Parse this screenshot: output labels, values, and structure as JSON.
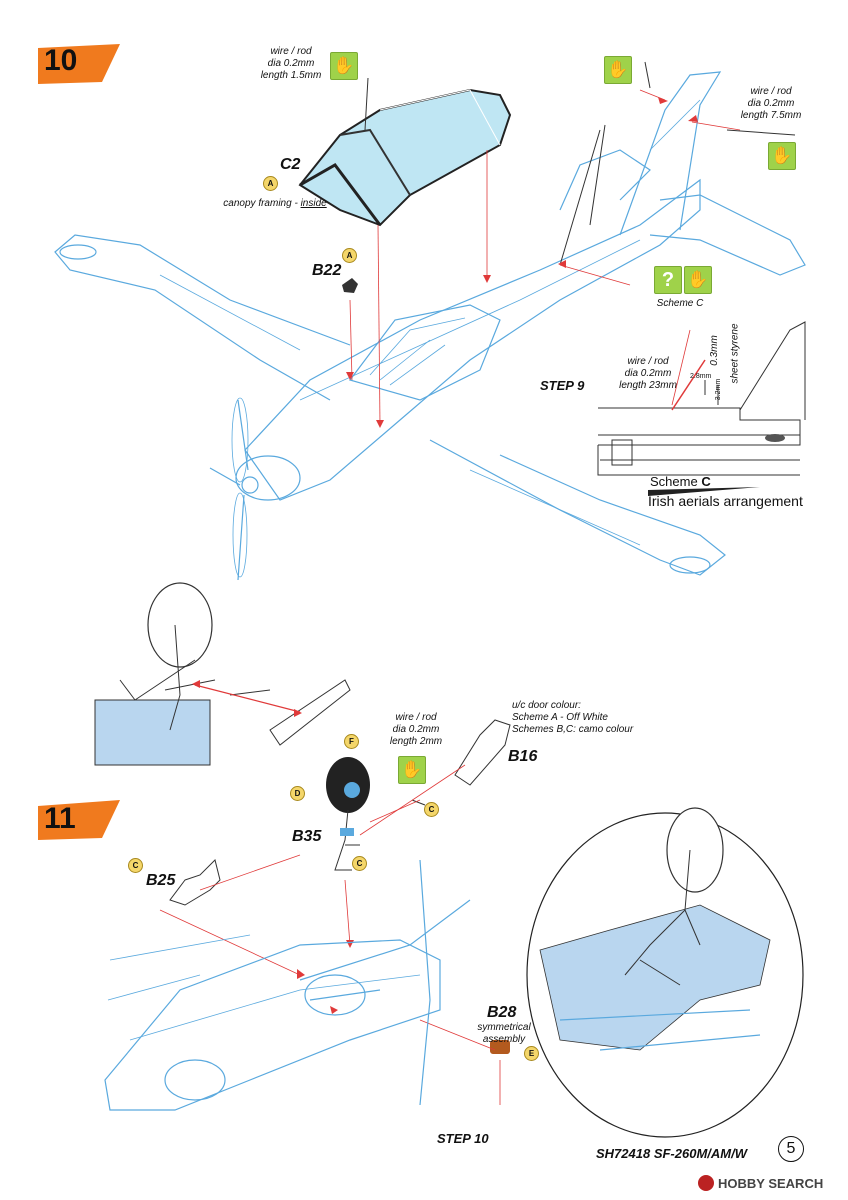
{
  "step10": {
    "number": "10",
    "canopy_wire": "wire / rod\ndia 0.2mm\nlength 1.5mm",
    "tail_wire": "wire / rod\ndia 0.2mm\nlength 7.5mm",
    "c2_label": "C2",
    "c2_color": "A",
    "canopy_note": "canopy framing - ",
    "canopy_note_u": "inside",
    "b22_label": "B22",
    "b22_color": "A",
    "step_ref": "STEP 9",
    "scheme_c_small": "Scheme C",
    "aerial_wire": "wire / rod\ndia 0.2mm\nlength 23mm",
    "dim_28": "2.8mm",
    "dim_32": "3.2mm",
    "dim_03": "0.3mm",
    "sheet_styrene": "sheet styrene",
    "scheme_title_prefix": "Scheme ",
    "scheme_title_letter": "C",
    "scheme_caption": "Irish aerials arrangement"
  },
  "step11": {
    "number": "11",
    "door_colour": "u/c door colour:\nScheme A - Off White\nSchemes B,C: camo colour",
    "b16_label": "B16",
    "gear_wire": "wire / rod\ndia 0.2mm\nlength 2mm",
    "badge_f": "F",
    "badge_d": "D",
    "badge_c": "C",
    "b35_label": "B35",
    "b25_label": "B25",
    "b28_label": "B28",
    "b28_note": "symmetrical\nassembly",
    "badge_e": "E",
    "step_ref": "STEP 10"
  },
  "footer": {
    "model_code": "SH72418 SF-260M/AM/W",
    "page_number": "5",
    "watermark": "HOBBY SEARCH"
  },
  "colors": {
    "accent": "#f07a1e",
    "outline": "#5aa9de",
    "arrow": "#e03a3a",
    "glove": "#9fd24a"
  },
  "icons": [
    "glove-icon",
    "question-icon",
    "paint-drop-icon"
  ]
}
